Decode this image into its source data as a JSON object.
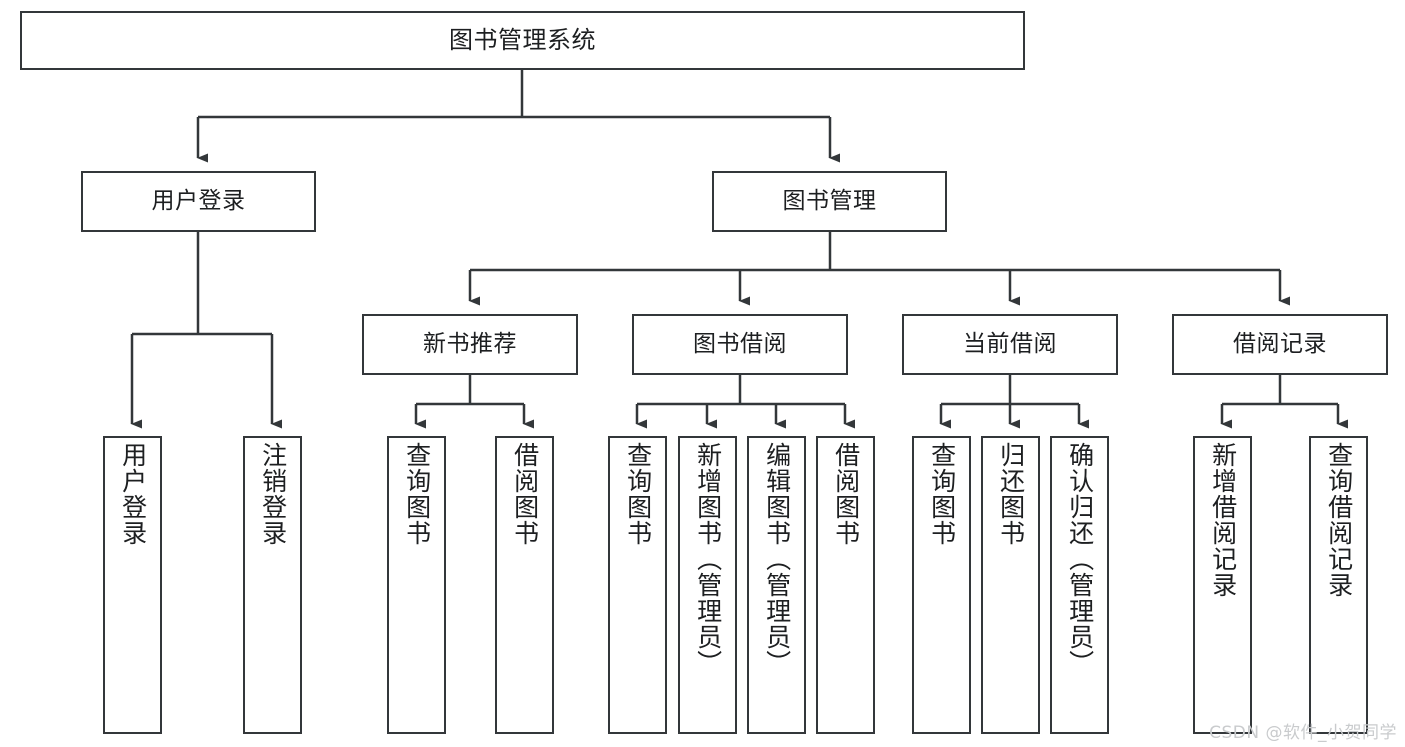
{
  "diagram": {
    "title": "图书管理系统",
    "type": "tree",
    "line_color": "#33373a",
    "box_fill": "#ffffff",
    "text_color": "#1d1f21"
  },
  "nodes": {
    "root": {
      "label": "图书管理系统"
    },
    "level2": [
      {
        "label": "用户登录"
      },
      {
        "label": "图书管理"
      }
    ],
    "level3": [
      {
        "label": "新书推荐"
      },
      {
        "label": "图书借阅"
      },
      {
        "label": "当前借阅"
      },
      {
        "label": "借阅记录"
      }
    ],
    "leaves": {
      "user_login": [
        {
          "label": "用户登录"
        },
        {
          "label": "注销登录"
        }
      ],
      "new_book_recommend": [
        {
          "label": "查询图书"
        },
        {
          "label": "借阅图书"
        }
      ],
      "book_borrow": [
        {
          "label": "查询图书"
        },
        {
          "label": "新增图书（管理员）"
        },
        {
          "label": "编辑图书（管理员）"
        },
        {
          "label": "借阅图书"
        }
      ],
      "current_borrow": [
        {
          "label": "查询图书"
        },
        {
          "label": "归还图书"
        },
        {
          "label": "确认归还（管理员）"
        }
      ],
      "borrow_record": [
        {
          "label": "新增借阅记录"
        },
        {
          "label": "查询借阅记录"
        }
      ]
    }
  },
  "watermark": {
    "text": "CSDN @软件_小贺同学"
  }
}
